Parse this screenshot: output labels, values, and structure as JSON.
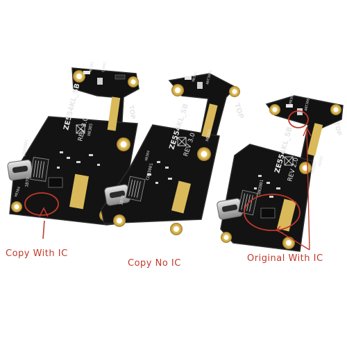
{
  "colors": {
    "background": "#ffffff",
    "pcb": "#111111",
    "pcb_edge": "#2a2a2a",
    "gold": "#e2c15a",
    "gold_dark": "#b8963a",
    "usb_metal": "#c9c9c9",
    "annotation": "#c0392b"
  },
  "captions": {
    "copy_with_ic": "Copy With IC",
    "copy_no_ic": "Copy No IC",
    "original_with_ic": "Original With IC"
  },
  "boards": [
    {
      "model": "ZE554KL_SB",
      "revision": "REV 3.0",
      "top_label": "TOP",
      "code": "H0305",
      "connector_label": "CON3001",
      "chip_label": "1B79",
      "small_codes": [
        "M0302",
        "C3001",
        "H0304"
      ]
    },
    {
      "model": "ZE554KL_SB",
      "revision": "REV 3.0",
      "top_label": "TOP",
      "code": "H0305",
      "connector_label": "CON3001",
      "chip_label": "1B79",
      "small_codes": [
        "M0302",
        "ANT3001",
        "H0304"
      ]
    },
    {
      "model": "ZE554KL_SB",
      "revision": "REV 2.0",
      "top_label": "TOP",
      "code": "H0305",
      "connector_label": "CON3001",
      "chip_label": "",
      "small_codes": [
        "M0302",
        "ANT3001",
        "H0305"
      ]
    }
  ]
}
